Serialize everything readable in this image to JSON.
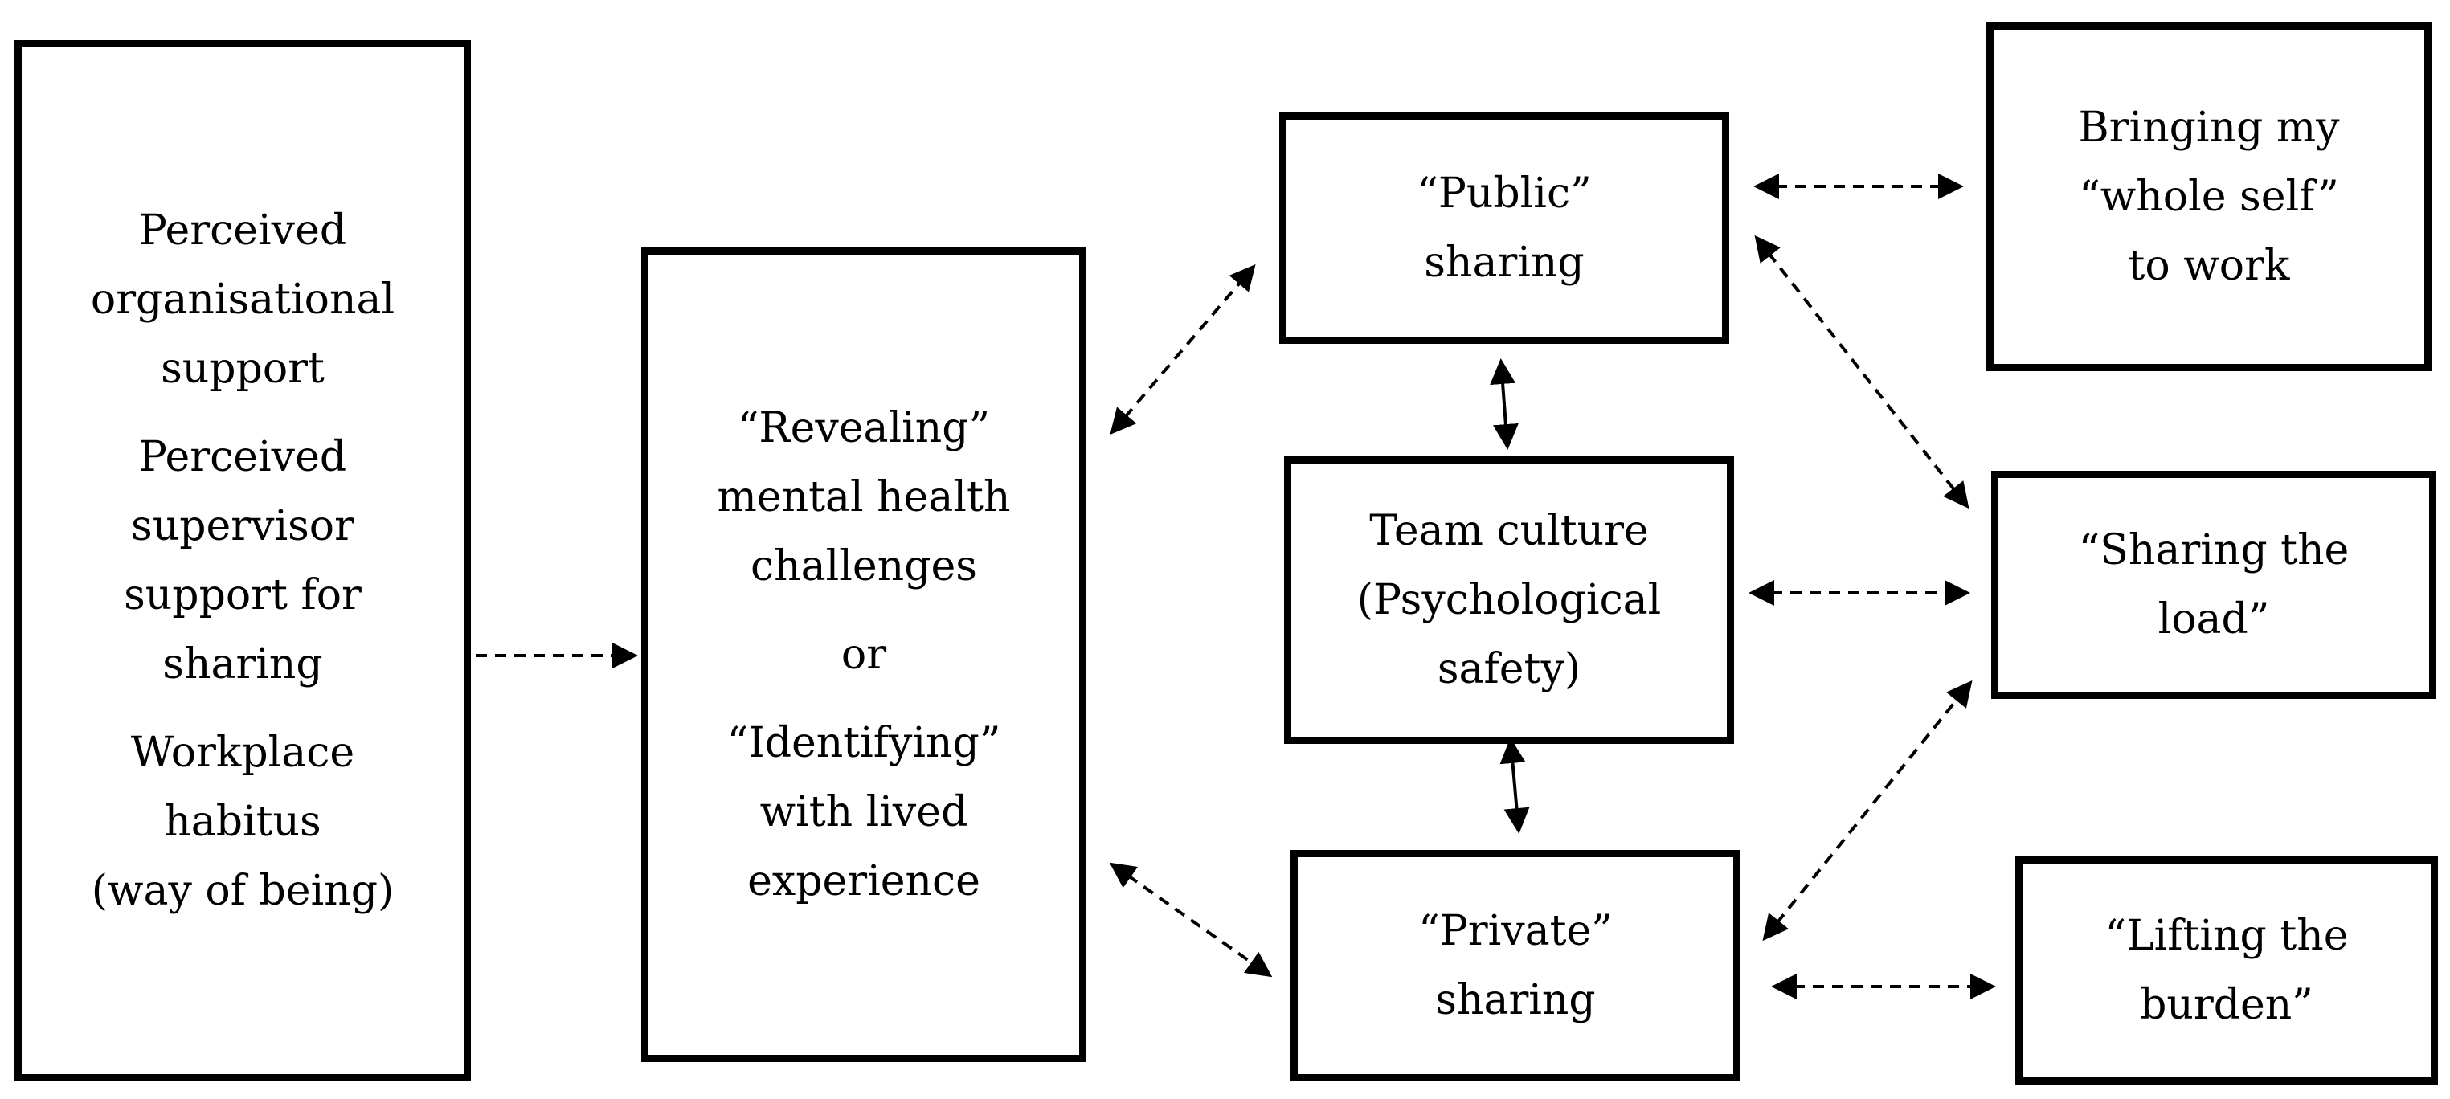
{
  "diagram": {
    "antecedents": {
      "group1": [
        "Perceived",
        "organisational",
        "support"
      ],
      "group2": [
        "Perceived",
        "supervisor",
        "support for",
        "sharing"
      ],
      "group3": [
        "Workplace",
        "habitus",
        "(way of being)"
      ]
    },
    "disclosure": {
      "group1": [
        "“Revealing”",
        "mental health",
        "challenges"
      ],
      "connector": "or",
      "group2": [
        "“Identifying”",
        "with lived",
        "experience"
      ]
    },
    "public_sharing": [
      "“Public”",
      "sharing"
    ],
    "team_culture": [
      "Team culture",
      "(Psychological",
      "safety)"
    ],
    "private_sharing": [
      "“Private”",
      "sharing"
    ],
    "whole_self": [
      "Bringing my",
      "“whole self”",
      "to work"
    ],
    "sharing_load": [
      "“Sharing the",
      "load”"
    ],
    "lifting_burden": [
      "“Lifting the",
      "burden”"
    ]
  }
}
